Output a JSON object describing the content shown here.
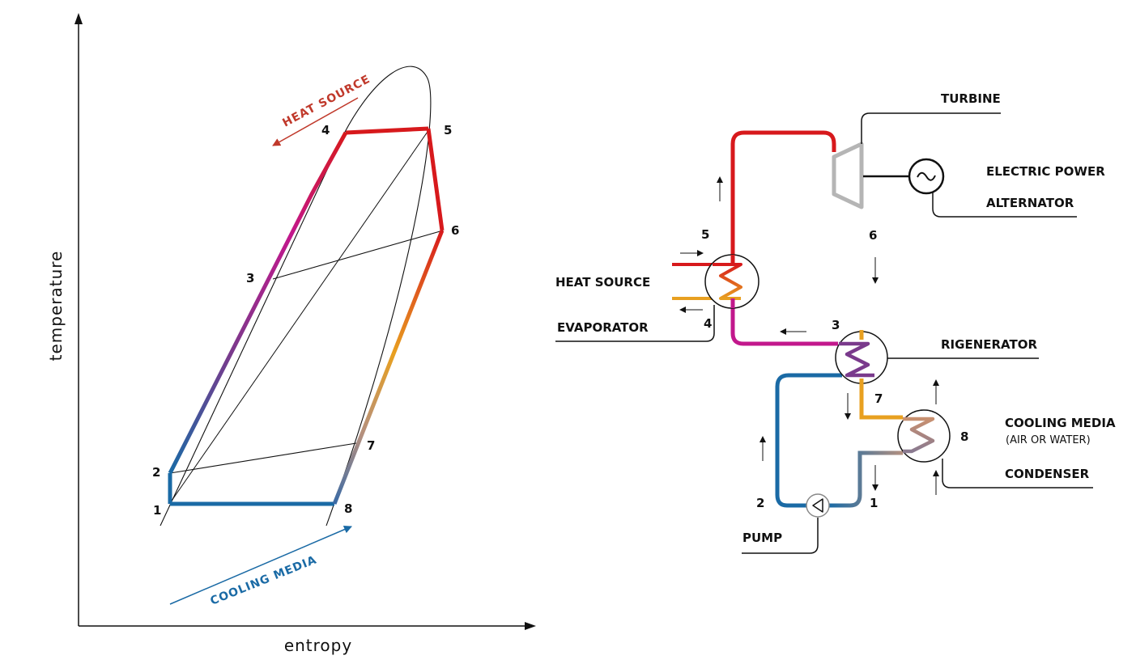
{
  "ts_diagram": {
    "y_axis_label": "temperature",
    "x_axis_label": "entropy",
    "points": {
      "p1": "1",
      "p2": "2",
      "p3": "3",
      "p4": "4",
      "p5": "5",
      "p6": "6",
      "p7": "7",
      "p8": "8"
    },
    "heat_source_label": "HEAT SOURCE",
    "cooling_media_label": "COOLING MEDIA"
  },
  "schematic": {
    "turbine": "TURBINE",
    "electric_power": "ELECTRIC POWER",
    "alternator": "ALTERNATOR",
    "heat_source": "HEAT SOURCE",
    "evaporator": "EVAPORATOR",
    "rigenerator": "RIGENERATOR",
    "cooling_media": "COOLING MEDIA",
    "cooling_media_sub": "(AIR OR WATER)",
    "condenser": "CONDENSER",
    "pump": "PUMP",
    "points": {
      "p1": "1",
      "p2": "2",
      "p3": "3",
      "p4": "4",
      "p5": "5",
      "p6": "6",
      "p7": "7",
      "p8": "8"
    }
  },
  "colors": {
    "hot": "#d7191c",
    "warm": "#e8a020",
    "magenta": "#c2188c",
    "purple": "#7a3a8c",
    "cold": "#1a6aa5",
    "grey": "#b5b5b5"
  }
}
